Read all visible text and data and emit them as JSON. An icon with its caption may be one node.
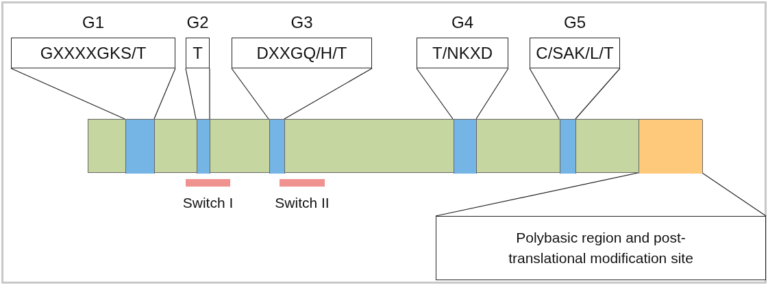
{
  "diagram": {
    "nodes": [
      {
        "text": [
          "GXXXXGKS/T"
        ],
        "beside": [
          "G1"
        ]
      },
      {
        "text": [
          "T"
        ],
        "beside": [
          "G2"
        ]
      },
      {
        "text": [
          "DXXGQ/H/T"
        ],
        "beside": [
          "G3"
        ]
      },
      {
        "text": [
          "T/NKXD"
        ],
        "beside": [
          "G4"
        ]
      },
      {
        "text": [
          "C/SAK/L/T"
        ],
        "beside": [
          "G5"
        ]
      },
      {
        "text": [],
        "shape": "bar"
      },
      {
        "text": [],
        "shape": "bar",
        "in": 5
      },
      {
        "text": [],
        "shape": "bar",
        "in": 5
      },
      {
        "text": [],
        "shape": "bar",
        "in": 5
      },
      {
        "text": [],
        "shape": "bar",
        "in": 5
      },
      {
        "text": [],
        "shape": "bar",
        "in": 5
      },
      {
        "text": [],
        "shape": "bar",
        "in": 5
      },
      {
        "text": [],
        "shape": "bar",
        "beside": [
          "Switch I"
        ]
      },
      {
        "text": [],
        "shape": "bar",
        "beside": [
          "Switch II"
        ]
      },
      {
        "text": [
          "Polybasic region and post-translational modification site"
        ]
      }
    ],
    "edges": [
      {
        "from": 0,
        "to": 6,
        "arrow": "none"
      },
      {
        "from": 0,
        "to": 6,
        "arrow": "none"
      },
      {
        "from": 1,
        "to": 7,
        "arrow": "none"
      },
      {
        "from": 1,
        "to": 7,
        "arrow": "none"
      },
      {
        "from": 2,
        "to": 8,
        "arrow": "none"
      },
      {
        "from": 2,
        "to": 8,
        "arrow": "none"
      },
      {
        "from": 3,
        "to": 9,
        "arrow": "none"
      },
      {
        "from": 3,
        "to": 9,
        "arrow": "none"
      },
      {
        "from": 4,
        "to": 10,
        "arrow": "none"
      },
      {
        "from": 4,
        "to": 10,
        "arrow": "none"
      },
      {
        "from": 11,
        "to": 14,
        "arrow": "none"
      },
      {
        "from": 11,
        "to": 14,
        "arrow": "none"
      }
    ]
  }
}
